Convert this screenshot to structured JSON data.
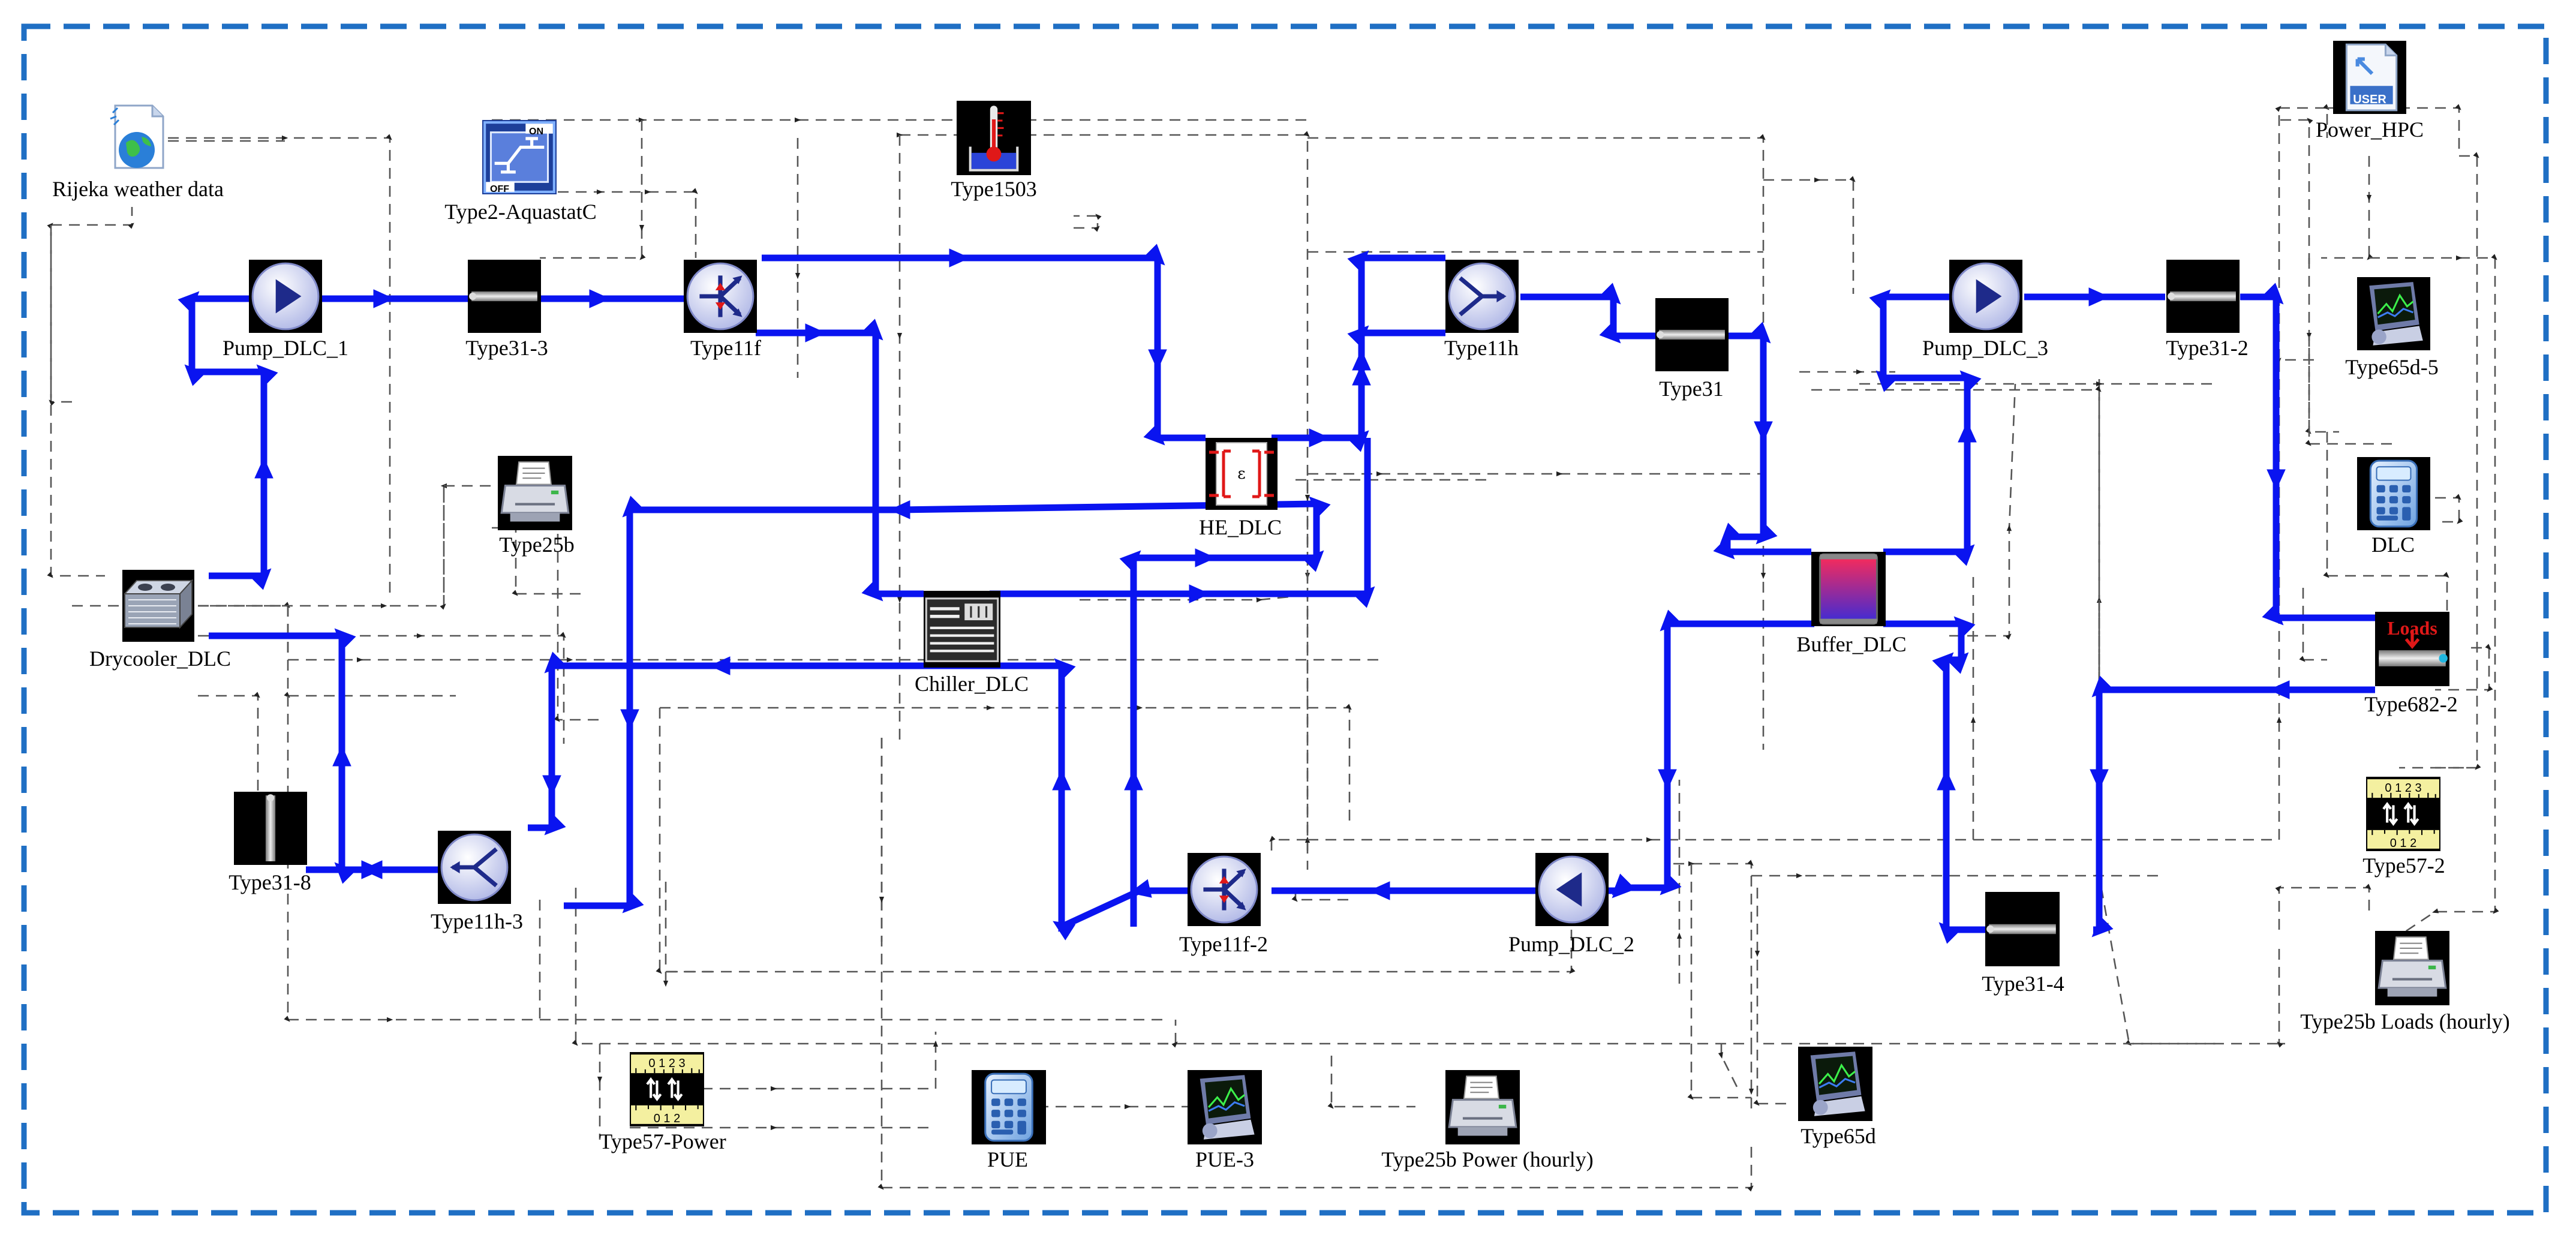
{
  "components": {
    "weather": {
      "label": "Rijeka weather data",
      "icon": "weather-data-globe-icon"
    },
    "aquastat": {
      "label": "Type2-AquastatC",
      "icon": "on-off-controller-icon",
      "badge_on": "ON",
      "badge_off": "OFF"
    },
    "t1503": {
      "label": "Type1503",
      "icon": "thermostat-icon"
    },
    "power_hpc": {
      "label": "Power_HPC",
      "icon": "user-file-icon",
      "badge": "USER"
    },
    "pump1": {
      "label": "Pump_DLC_1",
      "icon": "pump-icon"
    },
    "t31_3": {
      "label": "Type31-3",
      "icon": "pipe-icon"
    },
    "t11f": {
      "label": "Type11f",
      "icon": "diverter-icon"
    },
    "t11h": {
      "label": "Type11h",
      "icon": "mixer-icon"
    },
    "t31": {
      "label": "Type31",
      "icon": "pipe-icon"
    },
    "pump3": {
      "label": "Pump_DLC_3",
      "icon": "pump-icon"
    },
    "t31_2": {
      "label": "Type31-2",
      "icon": "pipe-icon"
    },
    "t65d5": {
      "label": "Type65d-5",
      "icon": "online-plotter-icon"
    },
    "t25b": {
      "label": "Type25b",
      "icon": "printer-icon"
    },
    "he": {
      "label": "HE_DLC",
      "icon": "heat-exchanger-icon",
      "badge": "ε"
    },
    "dlc": {
      "label": "DLC",
      "icon": "calculator-icon"
    },
    "drycooler": {
      "label": "Drycooler_DLC",
      "icon": "drycooler-icon"
    },
    "chiller": {
      "label": "Chiller_DLC",
      "icon": "chiller-icon"
    },
    "buffer": {
      "label": "Buffer_DLC",
      "icon": "storage-tank-icon"
    },
    "t682": {
      "label": "Type682-2",
      "icon": "loads-icon",
      "badge": "Loads"
    },
    "t31_8": {
      "label": "Type31-8",
      "icon": "pipe-icon"
    },
    "t11h3": {
      "label": "Type11h-3",
      "icon": "mixer-icon"
    },
    "t11f2": {
      "label": "Type11f-2",
      "icon": "diverter-icon"
    },
    "pump2": {
      "label": "Pump_DLC_2",
      "icon": "pump-icon"
    },
    "t31_4": {
      "label": "Type31-4",
      "icon": "pipe-icon"
    },
    "t57_2": {
      "label": "Type57-2",
      "icon": "unit-converter-icon",
      "top_digits": "0 1 2 3",
      "bottom_digits": "0 1 2"
    },
    "t25b_loads": {
      "label": "Type25b Loads (hourly)",
      "icon": "printer-icon"
    },
    "t57_power": {
      "label": "Type57-Power",
      "icon": "unit-converter-icon",
      "top_digits": "0 1 2 3",
      "bottom_digits": "0 1 2"
    },
    "pue": {
      "label": "PUE",
      "icon": "calculator-icon"
    },
    "pue3": {
      "label": "PUE-3",
      "icon": "online-plotter-icon"
    },
    "t25b_power": {
      "label": "Type25b Power (hourly)",
      "icon": "printer-icon"
    },
    "t65d": {
      "label": "Type65d",
      "icon": "online-plotter-icon"
    }
  },
  "colors": {
    "frame": "#1f6fc4",
    "flow_line": "#0a14f0",
    "control_line": "#555555",
    "icon_background": "#000000"
  }
}
